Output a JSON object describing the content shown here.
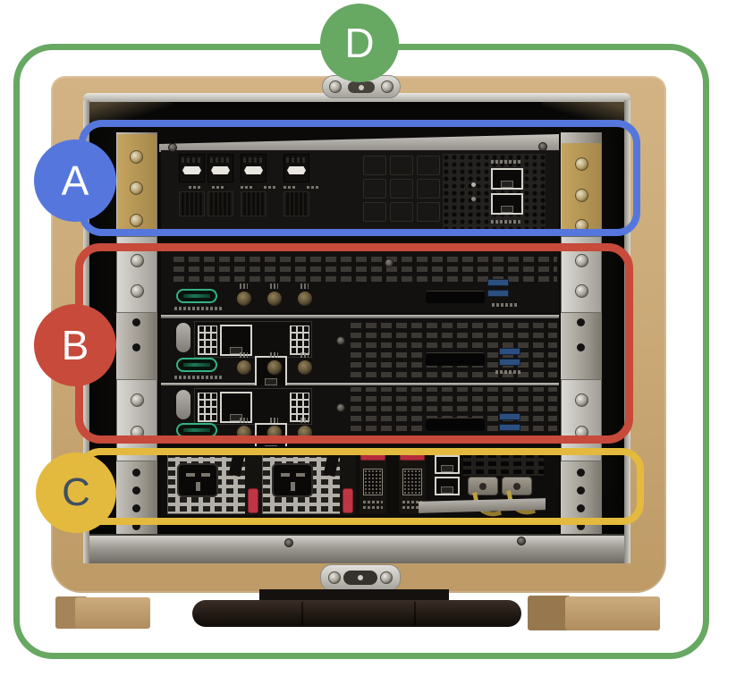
{
  "annotations": {
    "a": {
      "label": "A",
      "color": "#5577dd",
      "text_color": "#ffffff"
    },
    "b": {
      "label": "B",
      "color": "#c74a3a",
      "text_color": "#ffffff"
    },
    "c": {
      "label": "C",
      "color": "#e3ba3e",
      "text_color": "#3d4f63"
    },
    "d": {
      "label": "D",
      "color": "#67a862",
      "text_color": "#ffffff"
    }
  },
  "photo": {
    "palette": {
      "case_tan": "#c9a876",
      "rack_silver": "#b6b3ad",
      "gold_plate": "#b3934f",
      "panel_black": "#121110",
      "psu_handle_red": "#c03543",
      "usb_blue": "#2d4f80",
      "led_green": "#35b283",
      "ground_wire_brass": "#bd9f42",
      "handle_brown": "#241c18"
    }
  }
}
